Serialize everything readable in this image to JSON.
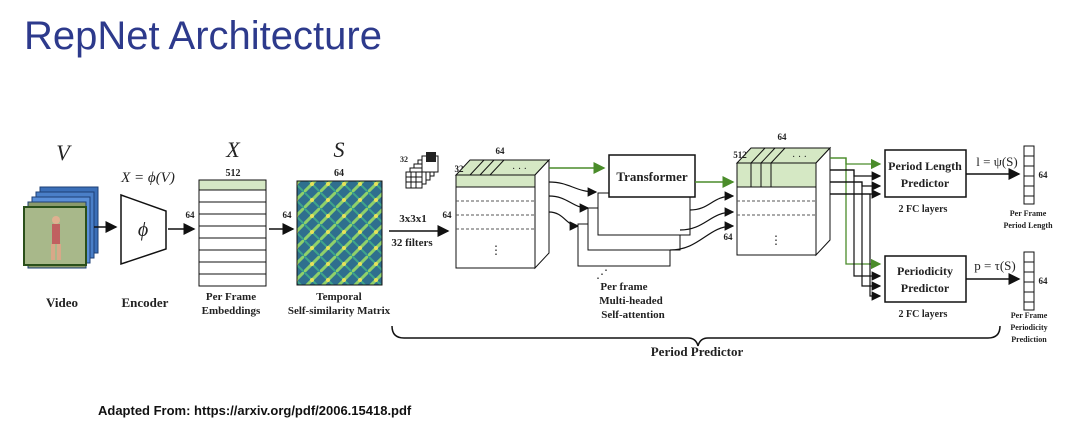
{
  "title": "RepNet Architecture",
  "footer": "Adapted From: https://arxiv.org/pdf/2006.15418.pdf",
  "colors": {
    "title": "#2d3a8c",
    "green": "#4a8c2a",
    "green_fill": "#d5e8c4"
  },
  "diagram": {
    "video": {
      "symbol": "V",
      "label": "Video"
    },
    "encoder": {
      "formula": "X = ϕ(V)",
      "symbol": "ϕ",
      "label": "Encoder"
    },
    "embeddings": {
      "symbol": "X",
      "dim_top": "512",
      "dim_side": "64",
      "label1": "Per Frame",
      "label2": "Embeddings"
    },
    "ssm": {
      "symbol": "S",
      "dim_top": "64",
      "dim_side": "64",
      "label1": "Temporal",
      "label2": "Self-similarity Matrix"
    },
    "conv": {
      "k": "32",
      "op": "3x3x1",
      "filters": "32 filters"
    },
    "feat1": {
      "top": "64",
      "left": "32",
      "side": "64"
    },
    "transformer": {
      "label": "Transformer",
      "cap1": "Per frame",
      "cap2": "Multi-headed",
      "cap3": "Self-attention"
    },
    "feat2": {
      "top": "64",
      "left": "512",
      "side": "64"
    },
    "period_length": {
      "l1": "Period Length",
      "l2": "Predictor",
      "fc": "2 FC layers",
      "formula": "l = ψ(S)",
      "dim": "64",
      "out1": "Per Frame",
      "out2": "Period Length"
    },
    "periodicity": {
      "l1": "Periodicity",
      "l2": "Predictor",
      "fc": "2 FC layers",
      "formula": "p = τ(S)",
      "dim": "64",
      "out1": "Per Frame",
      "out2": "Periodicity",
      "out3": "Prediction"
    },
    "period_predictor": "Period Predictor"
  }
}
